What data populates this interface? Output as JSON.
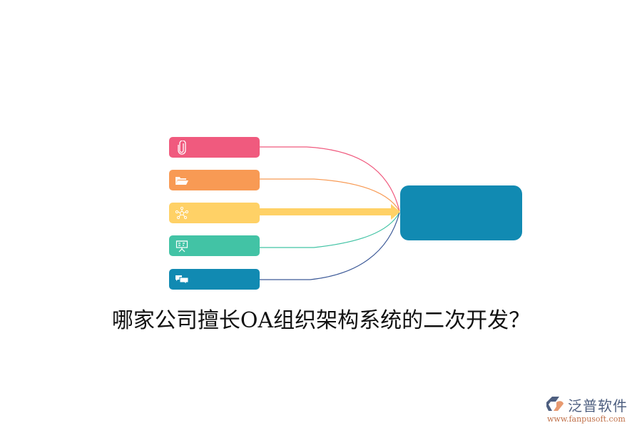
{
  "diagram": {
    "type": "fishbone-like mind map (5 branches converging to one node)",
    "branches": [
      {
        "id": "b1",
        "icon": "paperclip-icon",
        "color": "#f05a7e",
        "label": ""
      },
      {
        "id": "b2",
        "icon": "folder-open-icon",
        "color": "#f89a54",
        "label": ""
      },
      {
        "id": "b3",
        "icon": "network-icon",
        "color": "#ffd166",
        "label": ""
      },
      {
        "id": "b4",
        "icon": "presentation-board-icon",
        "color": "#42c3a5",
        "label": ""
      },
      {
        "id": "b5",
        "icon": "chat-bubbles-icon",
        "color": "#118ab2",
        "label": ""
      }
    ],
    "center": {
      "color": "#118ab2",
      "label": ""
    },
    "link_colors": [
      "#f05a7e",
      "#f89a54",
      "#ffd166",
      "#42c3a5",
      "#3d5a98"
    ]
  },
  "title": "哪家公司擅长OA组织架构系统的二次开发？",
  "logo": {
    "brand": "泛普软件",
    "url": "www.fanpusoft.com"
  }
}
